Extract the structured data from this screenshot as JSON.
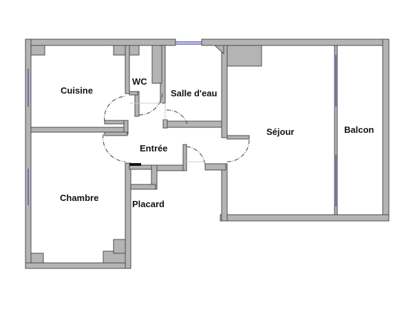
{
  "floor_plan": {
    "rooms": {
      "cuisine": "Cuisine",
      "wc": "WC",
      "salle_deau": "Salle d'eau",
      "entree": "Entrée",
      "sejour": "Séjour",
      "balcon": "Balcon",
      "chambre": "Chambre",
      "placard": "Placard"
    },
    "colors": {
      "wall": "#b4b4b4",
      "wall_outline": "#4a4a4a",
      "window": "#5a5ab8"
    }
  }
}
